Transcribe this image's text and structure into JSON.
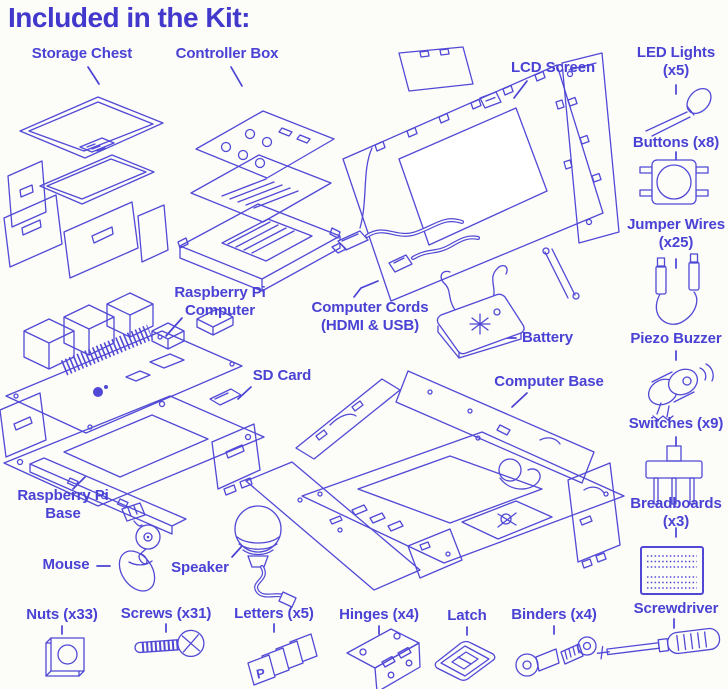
{
  "title": "Included in the Kit:",
  "colors": {
    "background": "#fcfcf8",
    "title_text": "#4238cc",
    "label_text": "#4a42d4",
    "line_art": "#5149d6"
  },
  "labels": {
    "storage_chest": "Storage Chest",
    "controller_box": "Controller Box",
    "lcd_screen": "LCD Screen",
    "led_lights": "LED Lights (x5)",
    "buttons": "Buttons (x8)",
    "jumper_wires": "Jumper Wires (x25)",
    "raspberry_pi_computer": "Raspberry Pi Computer",
    "computer_cords": "Computer Cords (HDMI & USB)",
    "battery": "Battery",
    "sd_card": "SD Card",
    "computer_base": "Computer Base",
    "piezo_buzzer": "Piezo Buzzer",
    "switches": "Switches (x9)",
    "breadboards": "Breadboards (x3)",
    "raspberry_pi_base": "Raspberry Pi Base",
    "mouse": "Mouse",
    "speaker": "Speaker",
    "nuts": "Nuts (x33)",
    "screws": "Screws (x31)",
    "letters": "Letters (x5)",
    "hinges": "Hinges (x4)",
    "latch": "Latch",
    "binders": "Binders (x4)",
    "screwdriver": "Screwdriver"
  },
  "letter_tile_glyph": "P"
}
